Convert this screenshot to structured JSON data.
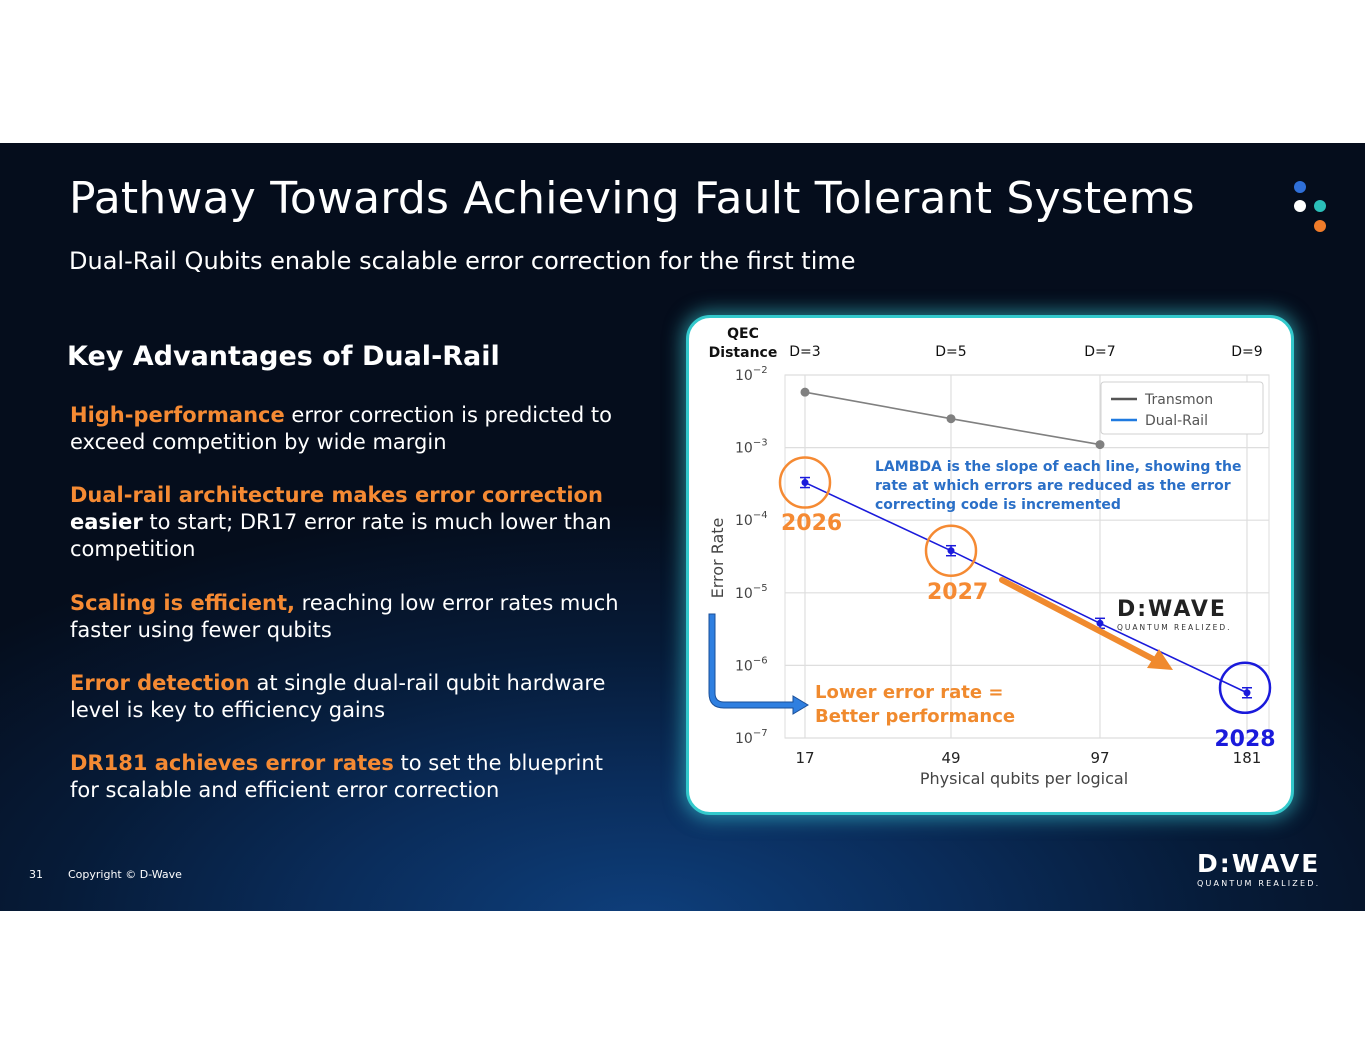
{
  "slide": {
    "title": "Pathway Towards Achieving Fault Tolerant Systems",
    "subtitle": "Dual-Rail Qubits enable scalable error correction for the first time",
    "left_heading": "Key Advantages of Dual-Rail",
    "bullets": [
      {
        "highlight": "High-performance",
        "bold_white": "",
        "text": " error correction is predicted to exceed competition by wide margin"
      },
      {
        "highlight": "Dual-rail architecture makes error correction",
        "bold_white": " easier",
        "text": " to start; DR17 error rate is much lower than competition"
      },
      {
        "highlight": "Scaling is efficient,",
        "bold_white": "",
        "text": " reaching low error rates much faster using fewer qubits"
      },
      {
        "highlight": "Error detection",
        "bold_white": "",
        "text": " at single dual-rail qubit hardware level is key to efficiency gains"
      },
      {
        "highlight": "DR181 achieves error rates",
        "bold_white": "",
        "text": " to set the blueprint for scalable and efficient error correction"
      }
    ],
    "footer_number": "31",
    "footer_copyright": "Copyright © D-Wave",
    "logo_text": "D:WAVE",
    "logo_tagline": "QUANTUM REALIZED.",
    "colors": {
      "accent_orange": "#f58a33",
      "accent_teal": "#33c9cc",
      "dual_rail_blue": "#1a1adb",
      "transmon_gray": "#808080"
    }
  },
  "chart_data": {
    "type": "line",
    "xlabel": "Physical qubits per logical",
    "ylabel": "Error Rate",
    "top_axis_label": [
      "QEC",
      "Distance"
    ],
    "top_labels": [
      "D=3",
      "D=5",
      "D=7",
      "D=9"
    ],
    "x_categories": [
      "17",
      "49",
      "97",
      "181"
    ],
    "y_scale": "log",
    "y_ticks": [
      {
        "base": "10",
        "exp": "−2",
        "value": 0.01
      },
      {
        "base": "10",
        "exp": "−3",
        "value": 0.001
      },
      {
        "base": "10",
        "exp": "−4",
        "value": 0.0001
      },
      {
        "base": "10",
        "exp": "−5",
        "value": 1e-05
      },
      {
        "base": "10",
        "exp": "−6",
        "value": 1e-06
      },
      {
        "base": "10",
        "exp": "−7",
        "value": 1e-07
      }
    ],
    "ylim": [
      1e-07,
      0.01
    ],
    "grid": true,
    "legend_position": "top-right",
    "series": [
      {
        "name": "Transmon",
        "color": "#808080",
        "x_index": [
          0,
          1,
          2
        ],
        "values": [
          0.0058,
          0.0025,
          0.0011
        ]
      },
      {
        "name": "Dual-Rail",
        "color": "#1a1adb",
        "x_index": [
          0,
          1,
          2,
          3
        ],
        "values": [
          0.00033,
          3.8e-05,
          3.8e-06,
          4.2e-07
        ]
      }
    ],
    "annotations": {
      "lambda_note": "LAMBDA is the slope of each line, showing the rate at which errors are reduced as the error correcting code is incremented",
      "year_labels": [
        "2026",
        "2027",
        "2028"
      ],
      "arrow_note_line1": "Lower error rate =",
      "arrow_note_line2": "Better performance",
      "chart_logo_text": "D:WAVE",
      "chart_logo_tagline": "QUANTUM REALIZED."
    }
  }
}
